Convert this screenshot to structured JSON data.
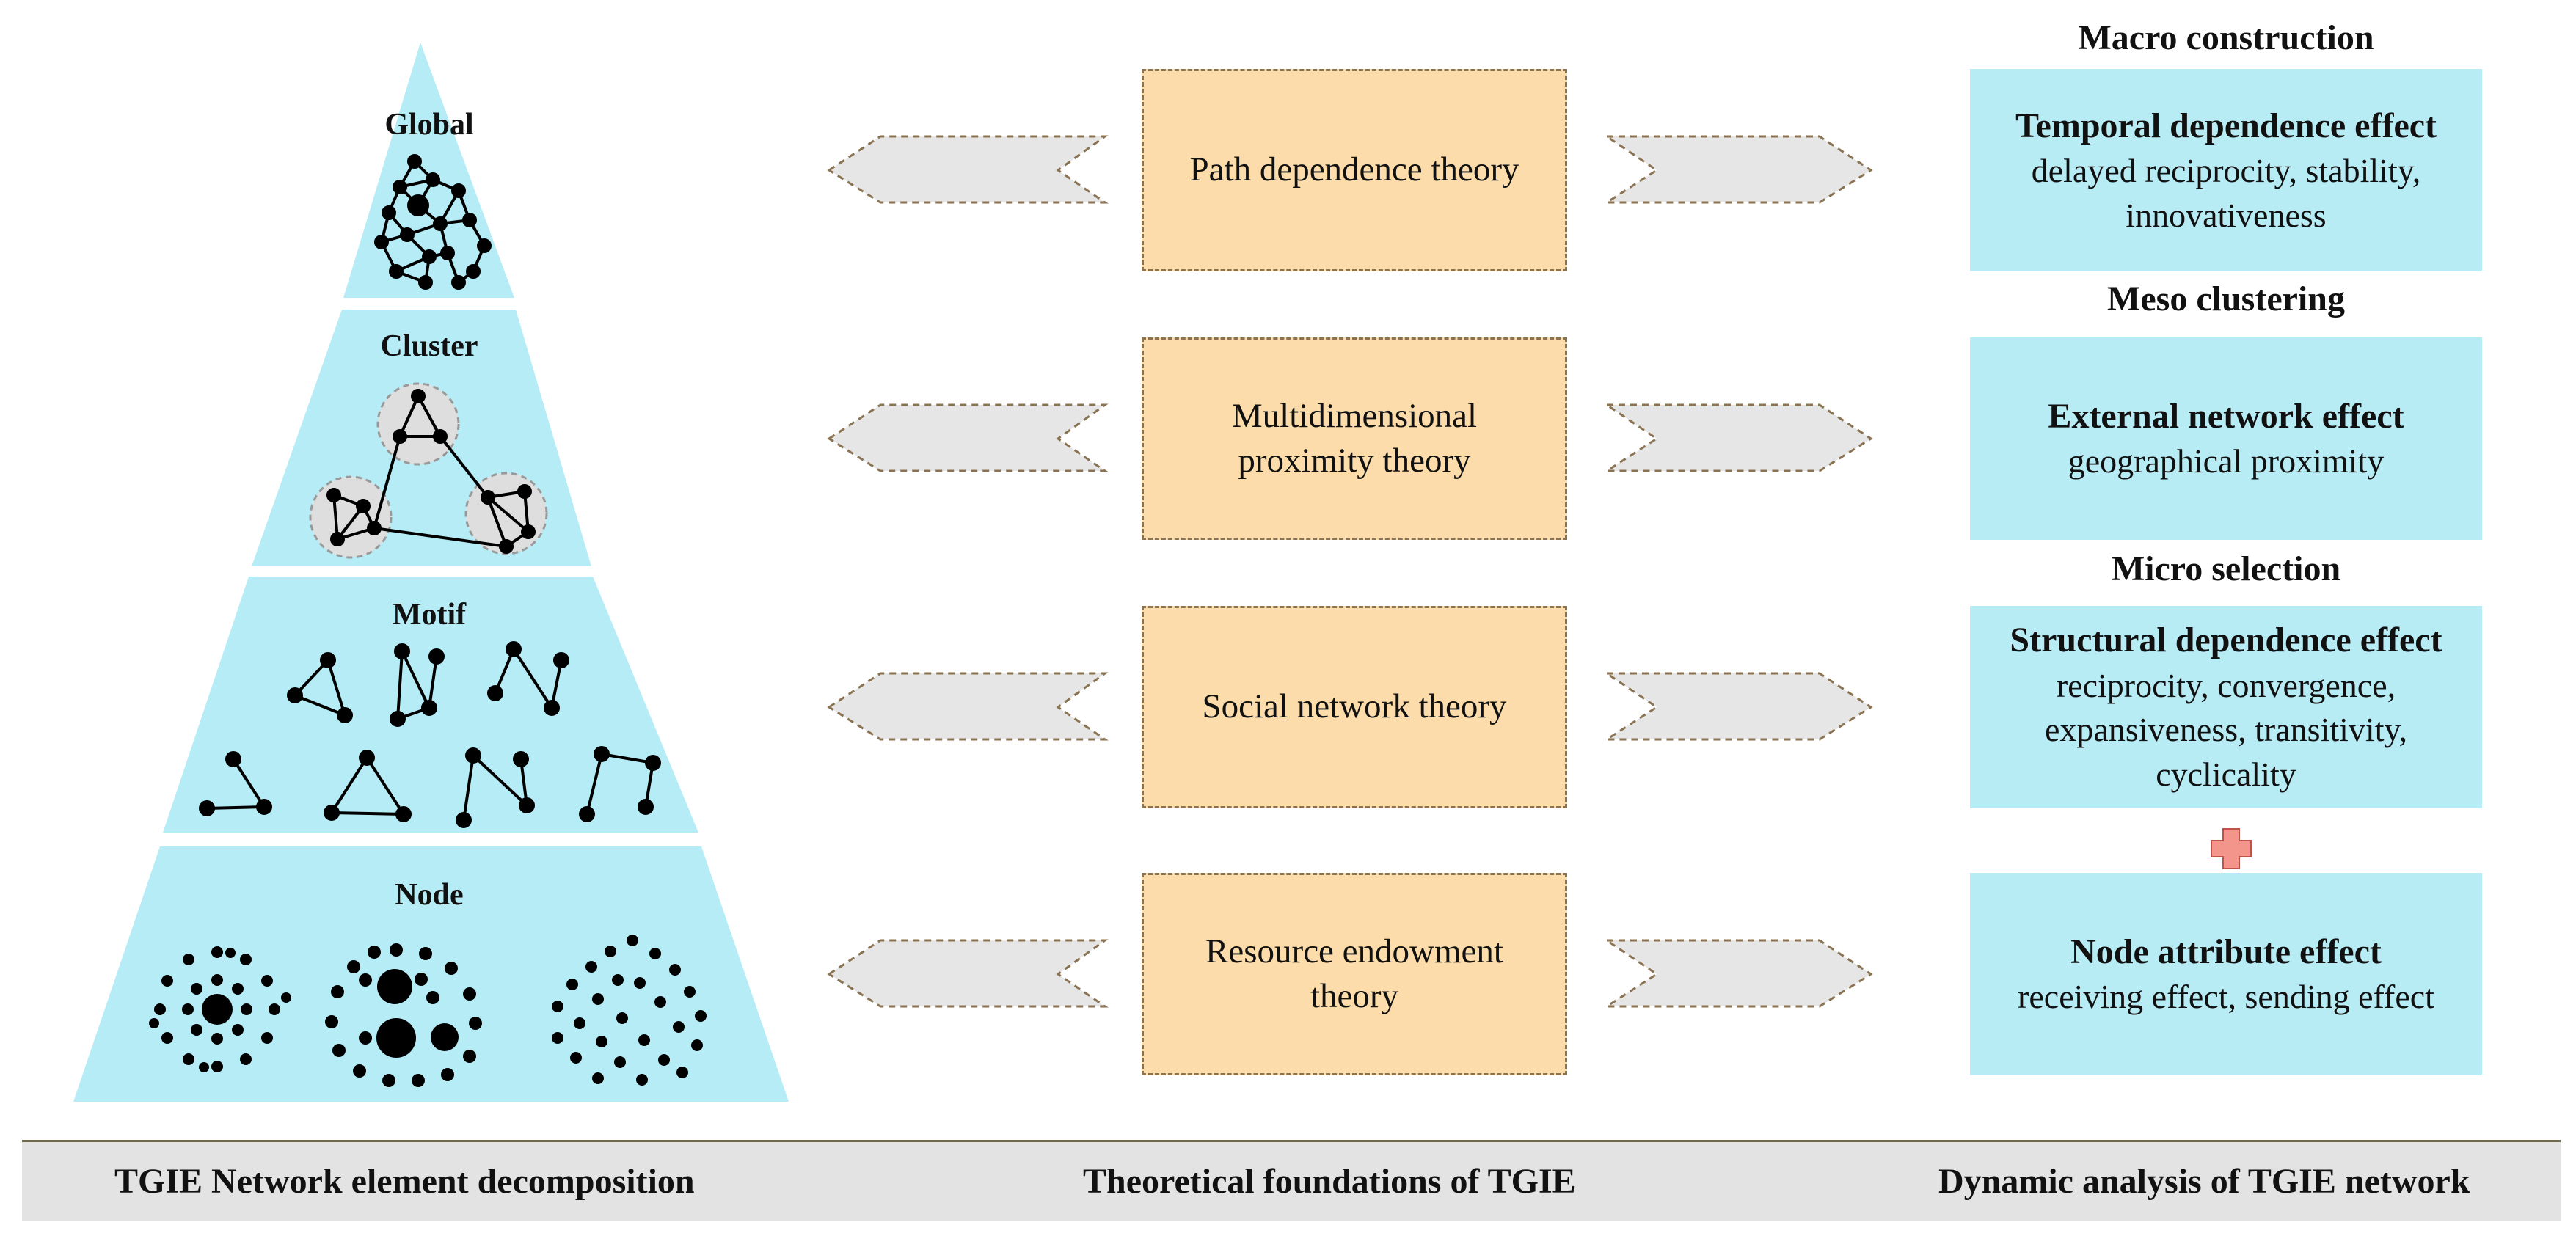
{
  "pyramid": {
    "layers": [
      {
        "label": "Global"
      },
      {
        "label": "Cluster"
      },
      {
        "label": "Motif"
      },
      {
        "label": "Node"
      }
    ]
  },
  "theories": [
    {
      "text": "Path dependence theory"
    },
    {
      "text": "Multidimensional proximity theory"
    },
    {
      "text": "Social network theory"
    },
    {
      "text": "Resource endowment theory"
    }
  ],
  "scales": {
    "macro": "Macro construction",
    "meso": "Meso clustering",
    "micro": "Micro selection"
  },
  "effects": [
    {
      "title": "Temporal dependence effect",
      "detail": "delayed reciprocity, stability, innovativeness"
    },
    {
      "title": "External network effect",
      "detail": "geographical proximity"
    },
    {
      "title": "Structural dependence effect",
      "detail": "reciprocity, convergence, expansiveness, transitivity, cyclicality"
    },
    {
      "title": "Node attribute effect",
      "detail": "receiving effect, sending effect"
    }
  ],
  "plus_sign": "+",
  "bottom_bar": {
    "left": "TGIE Network element decomposition",
    "middle": "Theoretical foundations of TGIE",
    "right": "Dynamic analysis of TGIE network"
  },
  "colors": {
    "pyramid_fill": "#b6ecf6",
    "theory_fill": "#fbdcaa",
    "effect_fill": "#b8ecf5",
    "arrow_fill": "#e6e6e6",
    "flow_arrow": "#f4958b",
    "plus_fill": "#f4958b",
    "node_fill": "#000000",
    "cluster_circle": "#dedede"
  }
}
